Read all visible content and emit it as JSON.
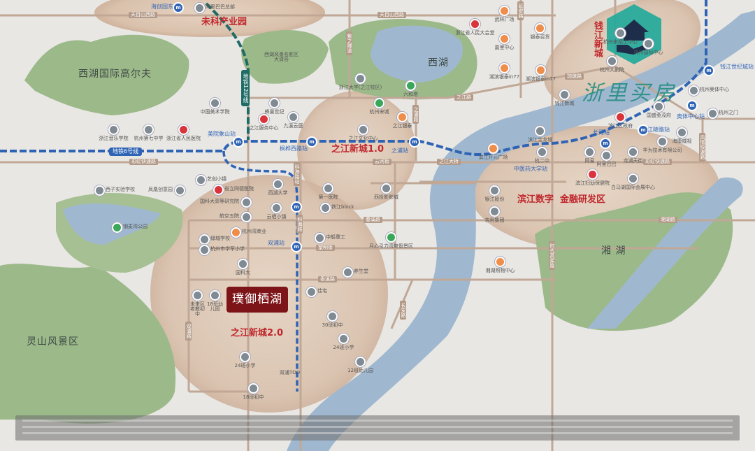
{
  "colors": {
    "background": "#e9e7e4",
    "district_text": "#c0282d",
    "metro_line_6": "#2f64b5",
    "metro_line_12": "#1f6b66",
    "river": "#9fb8cf",
    "greenery": "#9cb98a",
    "zone_circle": "#d8c2ae",
    "road": "#b39a88",
    "project_badge": "#7d1518",
    "watermark": "#1f8b7d"
  },
  "watermark": {
    "text": "浙里买房",
    "icon": "house-hand-icon"
  },
  "project": {
    "name": "璞御栖湖"
  },
  "districts": [
    "未科产业园",
    "之江新城1.0",
    "之江新城2.0",
    "滨江数字  金融研发区",
    "钱江新城"
  ],
  "areas": [
    "西湖国际高尔夫",
    "西湖",
    "湘 湖",
    "灵山风景区",
    "西湖风景名胜区\n大清谷"
  ],
  "metro": {
    "lines": [
      "地铁6号线",
      "地铁12号线"
    ],
    "stations": [
      "海创园东",
      "美院象山站",
      "枫桦西路站",
      "之浦站",
      "中医药大学站",
      "长河站",
      "江陵路站",
      "奥体中心站",
      "钱江世纪城站",
      "科海路站",
      "双浦站"
    ]
  },
  "roads": [
    "天目山西路",
    "天目山西路",
    "紫之隧道",
    "延安路",
    "之江路",
    "之浦路",
    "彩虹快速路",
    "彩虹快速路",
    "云河街",
    "科海路",
    "双浦路",
    "春溪路",
    "望明街",
    "香溪路",
    "长安路",
    "时代高架路",
    "湘湖路",
    "风情快速路",
    "加速路",
    "之江大桥"
  ],
  "pois": [
    "阿里巴巴总部",
    "中国美术学院",
    "浙江音乐学院",
    "杭州第七中学",
    "浙江省人民医院",
    "之江服务中心",
    "九溪云庭",
    "蜂巢世纪",
    "之江文化中心",
    "浙江大学(之江校区)",
    "六和塔",
    "杭州宋城",
    "之江银泰",
    "浙江省人民大会堂",
    "武林广场",
    "嘉里中心",
    "银泰百货",
    "湖滨银泰in77",
    "湖滨银泰in77",
    "杭州来福士中心",
    "杭州国际中心",
    "杭州大剧院",
    "钱江新城",
    "杭州奥体中心",
    "杭州之门",
    "国盛金茂府",
    "滨江区政府",
    "海康威视",
    "华为技术有限公司",
    "滨江宝龙城",
    "滨江开元广场",
    "杭二中",
    "网易",
    "阿里巴巴",
    "龙湖天街",
    "滨江妇幼保健院",
    "白马湖国际会展中心",
    "银江股份",
    "吉利集团",
    "湘湖购物中心",
    "艺创小镇",
    "省立同德医院",
    "西子实验学校",
    "凤凰创意园",
    "国科大高等研究院",
    "航空五院",
    "西湖大学",
    "云栖小镇",
    "钢麦湾公园",
    "第一医院",
    "西投影影城",
    "铁江block",
    "绿城学校",
    "杭州市学军小学",
    "杭州湾商业",
    "中船重工",
    "月心引力湾度假景区",
    "国科大",
    "养生堂",
    "佳宅",
    "未来区老教初中",
    "18班幼儿园",
    "30班初中",
    "24班小学",
    "12班幼儿园",
    "24班小学",
    "18班初中",
    "双浦TOD"
  ],
  "disclaimer": {
    "visible": true
  }
}
